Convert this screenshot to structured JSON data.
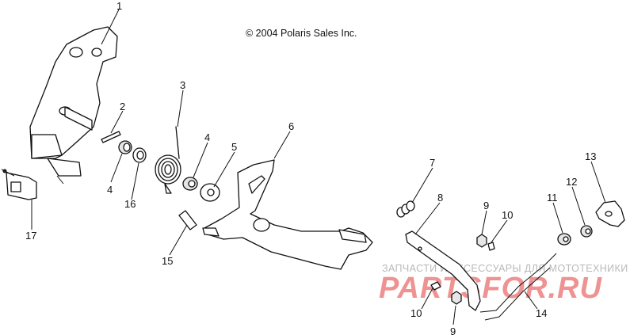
{
  "copyright": "© 2004 Polaris Sales Inc.",
  "watermark": {
    "tagline": "ЗАПЧАСТИ И АКСЕССУАРЫ ДЛЯ МОТОТЕХНИКИ",
    "logo": "PARTSFOR.RU"
  },
  "callouts": {
    "c1": "1",
    "c2": "2",
    "c3": "3",
    "c4a": "4",
    "c4b": "4",
    "c5": "5",
    "c6": "6",
    "c7": "7",
    "c8": "8",
    "c9a": "9",
    "c9b": "9",
    "c10a": "10",
    "c10b": "10",
    "c11": "11",
    "c12": "12",
    "c13": "13",
    "c14": "14",
    "c15": "15",
    "c16": "16",
    "c17": "17"
  },
  "colors": {
    "line": "#111111",
    "watermark_logo": "#e23a3a",
    "watermark_text": "#b9b9b9"
  }
}
